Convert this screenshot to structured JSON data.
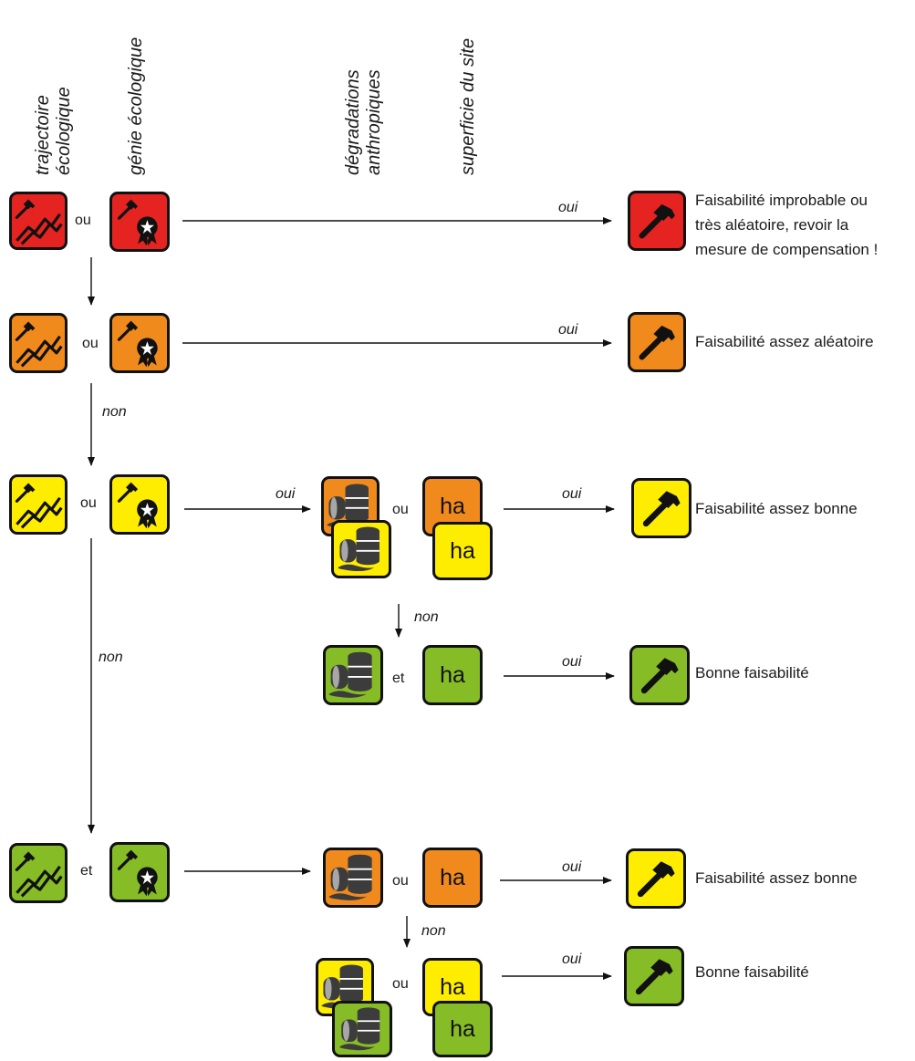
{
  "colors": {
    "red": "#e52421",
    "orange": "#f08a1d",
    "yellow": "#ffed00",
    "green": "#86bc25",
    "stroke": "#111111",
    "glyph": "#3c3c3c"
  },
  "headers": {
    "trajectoire_line1": "trajectoire",
    "trajectoire_line2": "écologique",
    "genie": "génie écologique",
    "degradations_line1": "dégradations",
    "degradations_line2": "anthropiques",
    "superficie": "superficie du site"
  },
  "icons": {
    "trajectoire": "trajectory-chart-icon",
    "genie": "engineering-badge-icon",
    "degradations": "barrel-pollution-icon",
    "superficie": "hectare-icon",
    "result": "hammer-icon"
  },
  "words": {
    "ou": "ou",
    "et": "et",
    "oui": "oui",
    "non": "non",
    "ha": "ha"
  },
  "outcomes": {
    "o1_line1": "Faisabilité improbable ou",
    "o1_line2": "très aléatoire, revoir la",
    "o1_line3": "mesure de compensation !",
    "o2": "Faisabilité assez aléatoire",
    "o3": "Faisabilité assez bonne",
    "o4": "Bonne faisabilité",
    "o5": "Faisabilité assez bonne",
    "o6": "Bonne faisabilité"
  }
}
